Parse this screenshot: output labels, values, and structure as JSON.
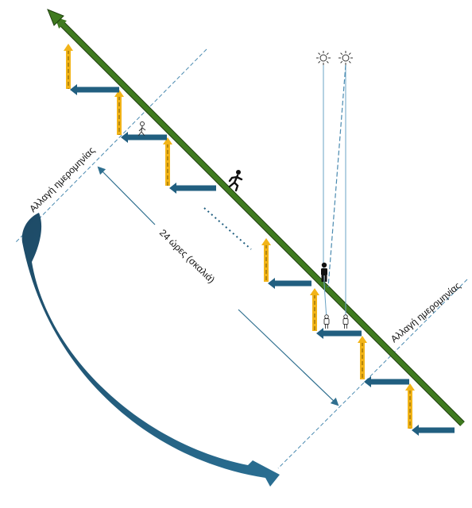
{
  "labels": {
    "date_change_left": "Αλλαγή ημερομηνίας",
    "date_change_right": "Αλλαγή ημερομηνίας",
    "hours": "24 ώρες (σκαλιά)"
  },
  "icons": {
    "sun": "sun-icon",
    "walker": "walking-person-icon",
    "runner": "running-person-icon",
    "person": "standing-person-icon"
  },
  "colors": {
    "main_line": "#3f7a1f",
    "step_arrow": "#215f80",
    "riser": "#f2b418",
    "guide": "#2f6f8f"
  }
}
